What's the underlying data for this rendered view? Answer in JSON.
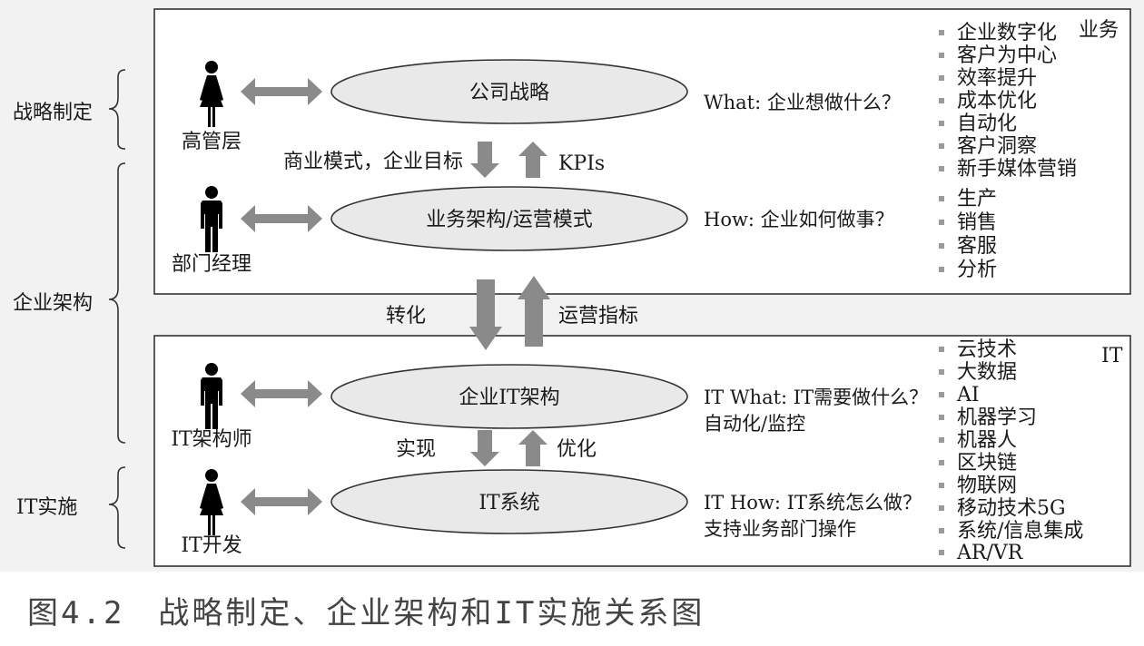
{
  "left_labels": {
    "strategy": "战略制定",
    "enterprise_architecture": "企业架构",
    "it_implementation": "IT实施"
  },
  "business_box": {
    "corner_label": "业务",
    "roles": {
      "executives": "高管层",
      "dept_managers": "部门经理"
    },
    "ellipses": {
      "company_strategy": "公司战略",
      "business_architecture": "业务架构/运营模式"
    },
    "down_label": "商业模式，企业目标",
    "up_label": "KPIs",
    "questions": {
      "what": "What: 企业想做什么？",
      "how": "How: 企业如何做事？"
    },
    "what_list": [
      "企业数字化",
      "客户为中心",
      "效率提升",
      "成本优化",
      "自动化",
      "客户洞察",
      "新手媒体营销"
    ],
    "how_list": [
      "生产",
      "销售",
      "客服",
      "分析"
    ]
  },
  "middle": {
    "down_label": "转化",
    "up_label": "运营指标"
  },
  "it_box": {
    "corner_label": "IT",
    "roles": {
      "architect": "IT架构师",
      "developer": "IT开发"
    },
    "ellipses": {
      "enterprise_it_architecture": "企业IT架构",
      "it_system": "IT系统"
    },
    "down_label": "实现",
    "up_label": "优化",
    "questions": {
      "what_line1": "IT What: IT需要做什么？",
      "what_line2": "自动化/监控",
      "how_line1": "IT How: IT系统怎么做？",
      "how_line2": "支持业务部门操作"
    },
    "tech_list": [
      "云技术",
      "大数据",
      "AI",
      "机器学习",
      "机器人",
      "区块链",
      "物联网",
      "移动技术5G",
      "系统/信息集成",
      "AR/VR"
    ]
  },
  "caption": "图4.2　战略制定、企业架构和IT实施关系图",
  "icons": [
    "person-female-icon",
    "person-male-icon"
  ],
  "colors": {
    "background": "#f2f2f2",
    "box": "#ffffff",
    "ellipse": "#e9e9e9",
    "arrow": "#8a8a8a"
  }
}
